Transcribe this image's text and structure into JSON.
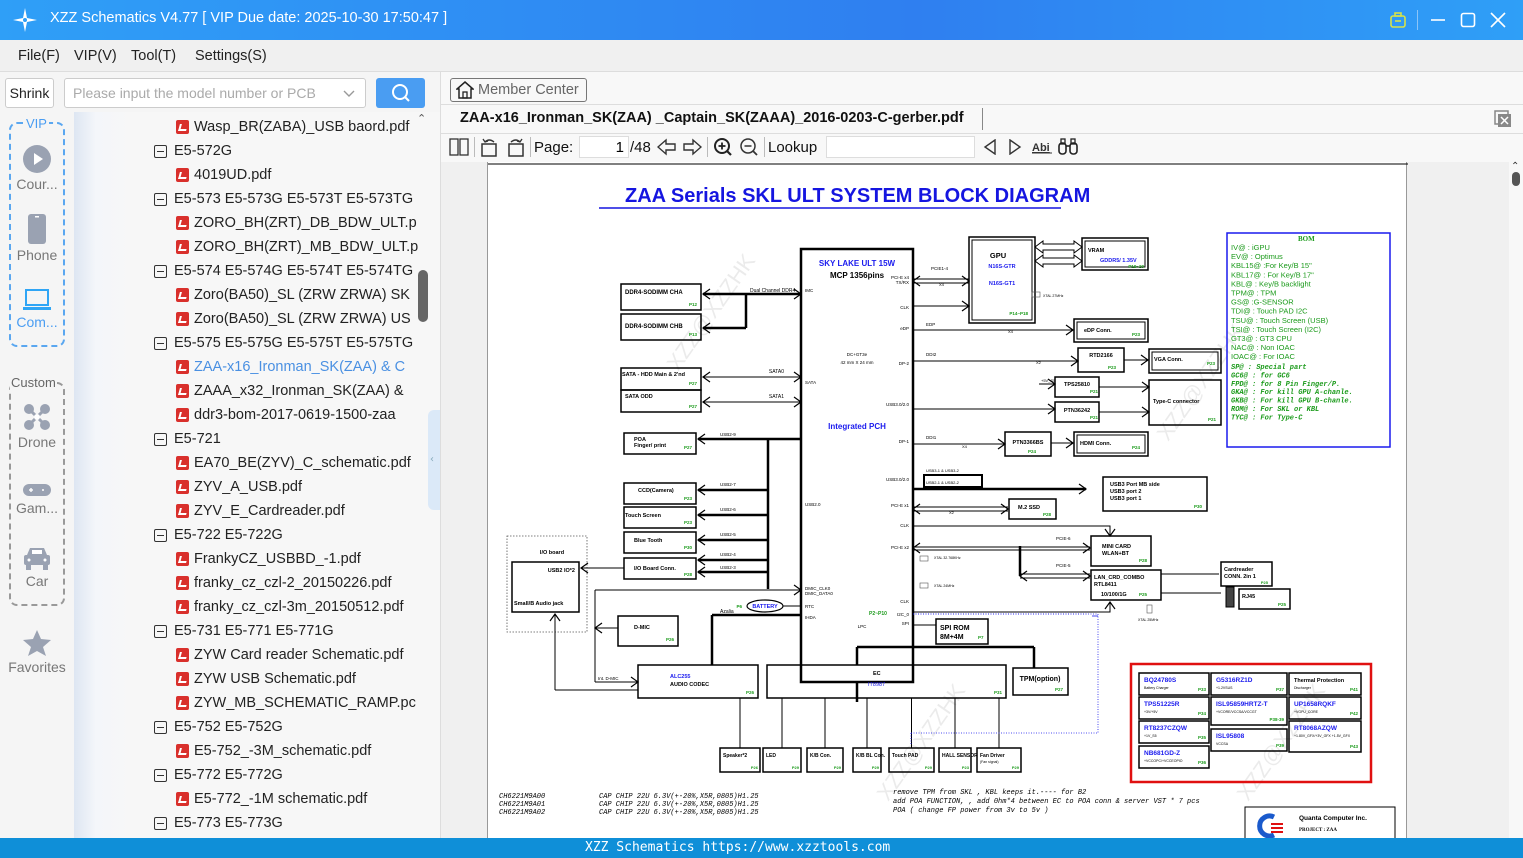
{
  "window": {
    "title": "XZZ Schematics V4.77 [ VIP Due date: 2025-10-30 17:50:47 ]",
    "accent": "#2f7ff0",
    "buttons": [
      "briefcase-icon",
      "minimize",
      "maximize",
      "close"
    ]
  },
  "menu": [
    "File(F)",
    "VIP(V)",
    "Tool(T)",
    "Settings(S)"
  ],
  "search": {
    "shrink_label": "Shrink",
    "placeholder": "Please input the model number or PCB"
  },
  "rail": {
    "vip_label": "VIP",
    "custom_label": "Custom",
    "items": [
      {
        "label": "Cour...",
        "icon": "play-icon"
      },
      {
        "label": "Phone",
        "icon": "phone-icon"
      },
      {
        "label": "Com...",
        "icon": "laptop-icon",
        "active": true
      },
      {
        "label": "Drone",
        "icon": "drone-icon"
      },
      {
        "label": "Gam...",
        "icon": "gamepad-icon"
      },
      {
        "label": "Car",
        "icon": "car-icon"
      },
      {
        "label": "Favorites",
        "icon": "star-icon"
      }
    ]
  },
  "tree": [
    {
      "type": "file",
      "label": "Wasp_BR(ZABA)_USB baord.pdf"
    },
    {
      "type": "group",
      "label": "E5-572G"
    },
    {
      "type": "file",
      "label": "4019UD.pdf"
    },
    {
      "type": "group",
      "label": "E5-573 E5-573G E5-573T E5-573TG"
    },
    {
      "type": "file",
      "label": "ZORO_BH(ZRT)_DB_BDW_ULT.p"
    },
    {
      "type": "file",
      "label": "ZORO_BH(ZRT)_MB_BDW_ULT.p"
    },
    {
      "type": "group",
      "label": "E5-574 E5-574G E5-574T E5-574TG"
    },
    {
      "type": "file",
      "label": "Zoro(BA50)_SL (ZRW ZRWA) SK"
    },
    {
      "type": "file",
      "label": "Zoro(BA50)_SL (ZRW ZRWA) US"
    },
    {
      "type": "group",
      "label": "E5-575 E5-575G E5-575T E5-575TG"
    },
    {
      "type": "file",
      "label": "ZAA-x16_Ironman_SK(ZAA) & C",
      "selected": true
    },
    {
      "type": "file",
      "label": "ZAAA_x32_Ironman_SK(ZAA) &"
    },
    {
      "type": "file",
      "label": "ddr3-bom-2017-0619-1500-zaa"
    },
    {
      "type": "group",
      "label": "E5-721"
    },
    {
      "type": "file",
      "label": "EA70_BE(ZYV)_C_schematic.pdf"
    },
    {
      "type": "file",
      "label": "ZYV_A_USB.pdf"
    },
    {
      "type": "file",
      "label": "ZYV_E_Cardreader.pdf"
    },
    {
      "type": "group",
      "label": "E5-722 E5-722G"
    },
    {
      "type": "file",
      "label": "FrankyCZ_USBBD_-1.pdf"
    },
    {
      "type": "file",
      "label": "franky_cz_czl-2_20150226.pdf"
    },
    {
      "type": "file",
      "label": "franky_cz_czl-3m_20150512.pdf"
    },
    {
      "type": "group",
      "label": "E5-731 E5-771 E5-771G"
    },
    {
      "type": "file",
      "label": "ZYW Card reader Schematic.pdf"
    },
    {
      "type": "file",
      "label": "ZYW USB Schematic.pdf"
    },
    {
      "type": "file",
      "label": "ZYW_MB_SCHEMATIC_RAMP.pc"
    },
    {
      "type": "group",
      "label": "E5-752 E5-752G"
    },
    {
      "type": "file",
      "label": "E5-752_-3M_schematic.pdf"
    },
    {
      "type": "group",
      "label": "E5-772 E5-772G"
    },
    {
      "type": "file",
      "label": "E5-772_-1M schematic.pdf"
    },
    {
      "type": "group",
      "label": "E5-773 E5-773G"
    }
  ],
  "doc": {
    "member_center": "Member Center",
    "tab_title": "ZAA-x16_Ironman_SK(ZAA) _Captain_SK(ZAAA)_2016-0203-C-gerber.pdf",
    "page_label": "Page:",
    "page_current": "1",
    "page_total": "/48",
    "lookup_label": "Lookup",
    "lookup_value": ""
  },
  "schematic": {
    "title": "ZAA Serials SKL ULT SYSTEM BLOCK DIAGRAM",
    "watermark": "XZZ@XZZHK",
    "cpu": {
      "title": "SKY LAKE ULT 15W",
      "subtitle": "MCP 1356pins",
      "pch": "Integrated  PCH",
      "pkg1": "DC+GT3e",
      "pkg2": "42 mm X 24 mm",
      "pages": "P2~P10"
    },
    "cpu_pins_left": [
      "IMC",
      "SATA",
      "USB2.0",
      "DMIC_CLK0",
      "DMIC_DATA0",
      "RTC",
      "IHDA",
      "LPC"
    ],
    "cpu_pins_right": [
      "PCI-E x4",
      "TX/RX",
      "CLK",
      "eDP",
      "DP-2",
      "USB3.0/2.0",
      "DP-1",
      "USB3.0/2.0",
      "PCI-E x1",
      "CLK",
      "PCI-E x2",
      "CLK",
      "I2C_0",
      "SPI"
    ],
    "buses": [
      "Dual Channel DDR4",
      "SATA0",
      "SATA1",
      "USB2-9",
      "USB2-7",
      "USB2-6",
      "USB2-5",
      "USB2-4",
      "USB2-3",
      "PCIE1-4",
      "X4",
      "EDP",
      "DDI2",
      "X2",
      "+5V_S5",
      "DDI1",
      "USB3-1 & USB3-2",
      "USB2-1 & USB2-2",
      "PCIE-6",
      "PCIE-5",
      "Azalia",
      "Int. D-MIC",
      "XTAL 27MHz",
      "XTAL 32.768KHz",
      "XTAL 24MHz",
      "XTAL 25MHz"
    ],
    "blocks": {
      "ddr_a": {
        "name": "DDR4-SODIMM CHA",
        "page": "P12"
      },
      "ddr_b": {
        "name": "DDR4-SODIMM CHB",
        "page": "P13"
      },
      "sata_hdd": {
        "name": "SATA - HDD Main & 2'nd",
        "page": "P27"
      },
      "sata_odd": {
        "name": "SATA ODD",
        "page": "P27"
      },
      "poa": {
        "name": "POA",
        "name2": "Finger/ print",
        "page": "P27"
      },
      "ccd": {
        "name": "CCD(Camera)",
        "page": "P23"
      },
      "touch": {
        "name": "Touch Screen",
        "page": "P23"
      },
      "bt": {
        "name": "Blue Tooth",
        "page": "P30"
      },
      "io_conn": {
        "name": "I/O Board Conn.",
        "page": "P28"
      },
      "io_board": {
        "name": "I/O board",
        "usb": "USB2 IO*2",
        "audio": "Small/B Audio jack"
      },
      "dmic": {
        "name": "D-MIC",
        "page": "P26"
      },
      "battery": {
        "name": "BATTERY",
        "page": "P6"
      },
      "gpu": {
        "name": "GPU",
        "chip1": "N16S-GTR",
        "chip2": "N16S-GT1",
        "page": "P14~P18"
      },
      "vram": {
        "name": "VRAM",
        "spec": "GDDR5/ 1.35V",
        "page": "P19~20"
      },
      "edp": {
        "name": "eDP  Conn.",
        "page": "P23"
      },
      "rtd": {
        "name": "RTD2166",
        "page": "P23"
      },
      "vga": {
        "name": "VGA Conn.",
        "page": "P23"
      },
      "tps": {
        "name": "TPS25810",
        "page": "P21"
      },
      "ptn1": {
        "name": "PTN36242",
        "page": "P21"
      },
      "typec": {
        "name": "Type-C connector",
        "page": "P21"
      },
      "ptn2": {
        "name": "PTN3366BS",
        "page": "P24"
      },
      "hdmi": {
        "name": "HDMI Conn.",
        "page": "P24"
      },
      "usb3": {
        "line1": "USB3 Port MB side",
        "line2": "USB3 port 2",
        "line3": "USB3 port 1",
        "page": "P30"
      },
      "m2": {
        "name": "M.2 SSD",
        "page": "P28"
      },
      "minicard": {
        "name": "MINI CARD",
        "name2": "WLAN+BT",
        "page": "P28"
      },
      "lan": {
        "name": "LAN_CRD_COMBO",
        "chip": "RTL8411",
        "speed": "10/100/1G",
        "page": "P25"
      },
      "cardreader": {
        "name": "Cardreader",
        "name2": "CONN. 2in 1",
        "page": "P25"
      },
      "rj45": {
        "name": "RJ45",
        "page": "P25"
      },
      "spirom": {
        "name": "SPI ROM",
        "size": "8M+4M",
        "page": "P7"
      },
      "codec": {
        "chip": "ALC255",
        "name": "AUDIO CODEC",
        "page": "P26"
      },
      "ec": {
        "name": "EC",
        "chip": "IT8987",
        "page": "P31"
      },
      "tpm": {
        "name": "TPM(option)",
        "page": "P27"
      }
    },
    "ec_children": [
      {
        "name": "Speaker*2",
        "page": "P26"
      },
      {
        "name": "LED",
        "page": "P29"
      },
      {
        "name": "K/B Con.",
        "page": "P29"
      },
      {
        "name": "K/B BL Con.",
        "page": "P29"
      },
      {
        "name": "Touch PAD",
        "page": "P29"
      },
      {
        "name": "HALL SENSOR",
        "page": "P23"
      },
      {
        "name": "Fan Driver",
        "sub": "(Fan signal)",
        "page": "P29"
      }
    ],
    "bom_title": "BOM",
    "bom": [
      "IV@     : iGPU",
      "EV@     : Optimus",
      "KBL15@ :For Key/B 15\"",
      "KBL17@ : For Key/B 17\"",
      "KBL@    : Key/B backlight",
      "TPM@    : TPM",
      "GS@      :G-SENSOR",
      "TDI@     : Touch PAD I2C",
      "TSU@     : Touch Screen (USB)",
      "TSI@      : Touch Screen (I2C)",
      "GT3@    : GT3 CPU",
      "NAC@    : Non IOAC",
      "IOAC@   : For IOAC"
    ],
    "bom_italic": [
      "SP@  : Special part",
      "GC6@  : for GC6",
      "FPD@  : for 8 Pin Finger/P.",
      "GKA@  : For kill GPU A-chanle.",
      "GKB@  : For kill GPU B-chanle.",
      "ROM@  : For SKL or KBL",
      "TYC@  : For Type-C"
    ],
    "power": [
      {
        "name": "BQ24780S",
        "sub": "Battery Charger",
        "page": "P33"
      },
      {
        "name": "G5316RZ1D",
        "sub": "+1.2VSUS",
        "page": "P37"
      },
      {
        "name": "Thermal Protection",
        "sub": "Discharger",
        "page": "P41"
      },
      {
        "name": "TPS51225R",
        "sub": "+3V/+5V",
        "page": "P34"
      },
      {
        "name": "ISL95859HRTZ-T",
        "sub": "+VCORE/VCCSA/VCCGT",
        "page": "P38-39"
      },
      {
        "name": "UP1658RQKF",
        "sub": "+VGPU_CORE",
        "page": "P42"
      },
      {
        "name": "RT8237CZQW",
        "sub": "+1V_S5",
        "page": "P35"
      },
      {
        "name": "ISL95808",
        "sub": "VCCSA",
        "page": "P39"
      },
      {
        "name": "RT8068AZQW",
        "sub": "+1.80V_GFX/+3V_GFX +1.5V_GFX",
        "page": "P43"
      },
      {
        "name": "NB681GD-Z",
        "sub": "+VCCOPC/+VCCEOPIO",
        "page": "P36"
      }
    ],
    "parts": [
      {
        "pn": "CH6221M9A00",
        "desc": "CAP CHIP 22U 6.3V(+-20%,X5R,0805)H1.25"
      },
      {
        "pn": "CH6221M9A01",
        "desc": "CAP CHIP 22U 6.3V(+-20%,X5R,0805)H1.25"
      },
      {
        "pn": "CH6221M9A02",
        "desc": "CAP CHIP 22U 6.3V(+-20%,X5R,0805)H1.25"
      }
    ],
    "notes": [
      "remove TPM from SKL , KBL keeps it.---- for B2",
      "add POA FUNCTION, , add 0hm*4 between EC to POA conn & server VST  * 7 pcs",
      "POA ( change FP power from 3v to 5v )"
    ],
    "titleblock": {
      "company": "Quanta Computer Inc.",
      "project": "PROJECT  :  ZAA"
    }
  },
  "status": {
    "text": "XZZ Schematics https://www.xzztools.com"
  }
}
